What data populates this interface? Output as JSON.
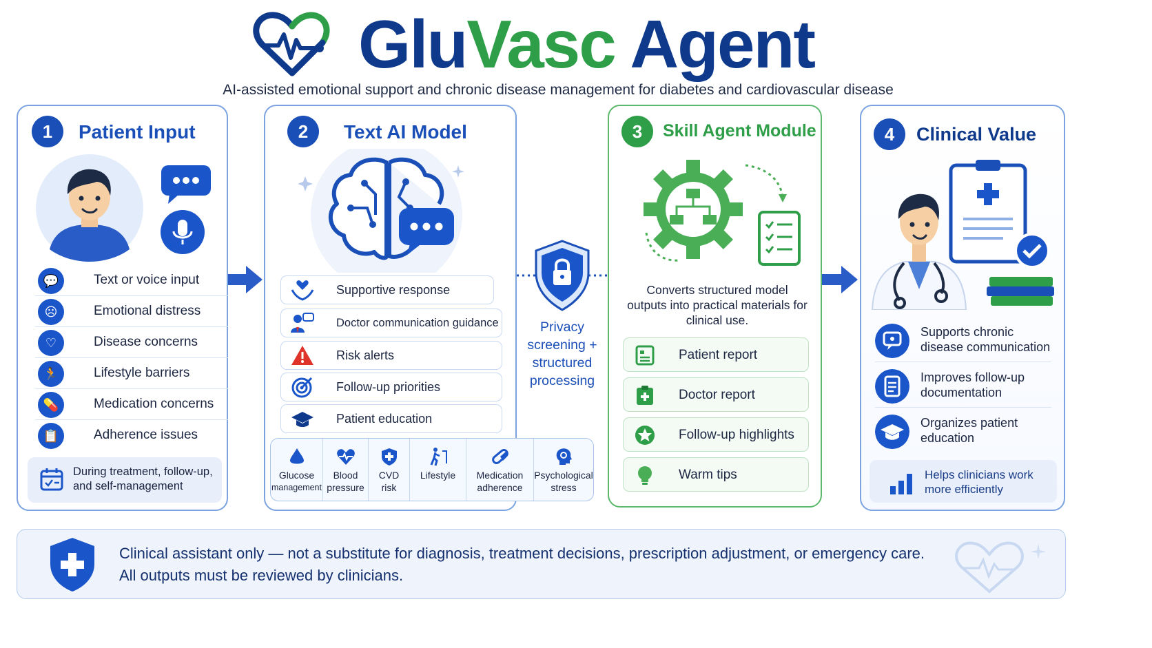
{
  "header": {
    "title_part1": "Glu",
    "title_part2": "Vasc",
    "title_part3": " Agent",
    "subtitle": "AI-assisted emotional support and chronic disease management for diabetes and cardiovascular disease"
  },
  "panels": [
    {
      "number": "1",
      "title": "Patient Input",
      "items": [
        {
          "label": "Text or voice input",
          "icon": "chat-icon"
        },
        {
          "label": "Emotional distress",
          "icon": "sad-face-icon"
        },
        {
          "label": "Disease concerns",
          "icon": "heart-question-icon"
        },
        {
          "label": "Lifestyle barriers",
          "icon": "runner-icon"
        },
        {
          "label": "Medication concerns",
          "icon": "pill-icon"
        },
        {
          "label": "Adherence issues",
          "icon": "clipboard-icon"
        }
      ],
      "footer": "During treatment, follow-up, and self-management"
    },
    {
      "number": "2",
      "title": "Text AI Model",
      "items": [
        {
          "label": "Supportive response",
          "icon": "heart-hands-icon"
        },
        {
          "label": "Doctor communication guidance",
          "icon": "doctor-chat-icon"
        },
        {
          "label": "Risk alerts",
          "icon": "warning-icon"
        },
        {
          "label": "Follow-up priorities",
          "icon": "target-icon"
        },
        {
          "label": "Patient education",
          "icon": "graduation-cap-icon"
        }
      ],
      "categories": [
        {
          "line1": "Glucose",
          "line2": "management",
          "icon": "drop-icon"
        },
        {
          "line1": "Blood",
          "line2": "pressure",
          "icon": "heart-pulse-icon"
        },
        {
          "line1": "CVD",
          "line2": "risk",
          "icon": "shield-plus-icon"
        },
        {
          "line1": "Lifestyle",
          "line2": "",
          "icon": "walking-icon"
        },
        {
          "line1": "Medication",
          "line2": "adherence",
          "icon": "capsule-icon"
        },
        {
          "line1": "Psychological",
          "line2": "stress",
          "icon": "head-gear-icon"
        }
      ]
    },
    {
      "number": "3",
      "title": "Skill Agent Module",
      "description": "Converts structured model outputs into practical materials for clinical use.",
      "items": [
        {
          "label": "Patient report",
          "icon": "report-icon"
        },
        {
          "label": "Doctor report",
          "icon": "clipboard-plus-icon"
        },
        {
          "label": "Follow-up highlights",
          "icon": "star-icon"
        },
        {
          "label": "Warm tips",
          "icon": "lightbulb-icon"
        }
      ]
    },
    {
      "number": "4",
      "title": "Clinical Value",
      "items": [
        {
          "label": "Supports chronic disease communication",
          "icon": "chat-pin-icon"
        },
        {
          "label": "Improves follow-up documentation",
          "icon": "document-icon"
        },
        {
          "label": "Organizes patient education",
          "icon": "graduation-cap-icon"
        }
      ],
      "footer": "Helps clinicians work more efficiently"
    }
  ],
  "privacy": {
    "line1": "Privacy",
    "line2": "screening +",
    "line3": "structured",
    "line4": "processing"
  },
  "disclaimer": {
    "line1": "Clinical assistant only — not a substitute for diagnosis, treatment decisions, prescription adjustment, or emergency care.",
    "line2": "All outputs must be reviewed by clinicians."
  },
  "colors": {
    "primary_blue": "#1a4fb8",
    "navy": "#0f3a8c",
    "green": "#2f9e48",
    "red_alert": "#e0342b"
  }
}
